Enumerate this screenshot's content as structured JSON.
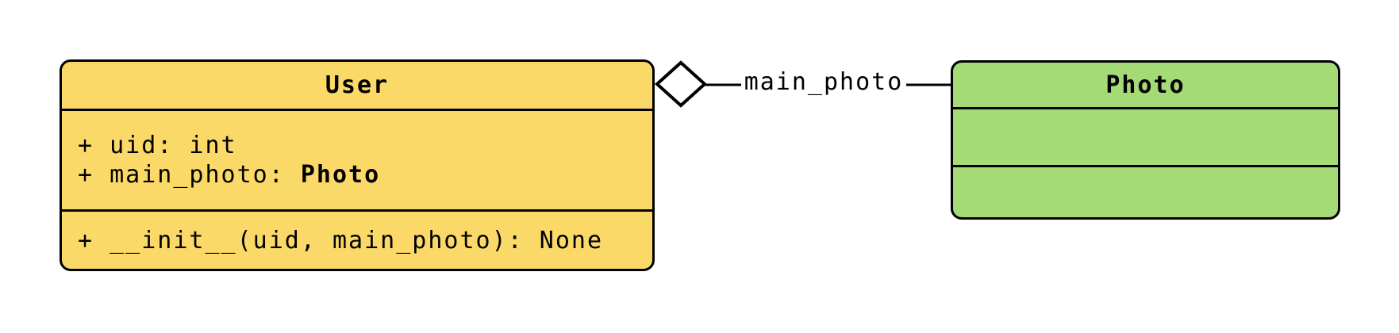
{
  "user_class": {
    "title": "User",
    "attr1": "+ uid: int",
    "attr2_prefix": "+ main_photo: ",
    "attr2_type": "Photo",
    "method1": "+ __init__(uid, main_photo): None"
  },
  "photo_class": {
    "title": "Photo",
    "attrs_empty": "",
    "methods_empty": ""
  },
  "relationship": {
    "label": "main_photo",
    "type": "aggregation",
    "diamond_icon": "open-diamond",
    "from": "User",
    "to": "Photo"
  },
  "colors": {
    "user_fill": "#FBD968",
    "photo_fill": "#A4DB76",
    "diamond_fill": "#FFFFFF",
    "stroke": "#000000",
    "background": "#FFFFFF"
  }
}
